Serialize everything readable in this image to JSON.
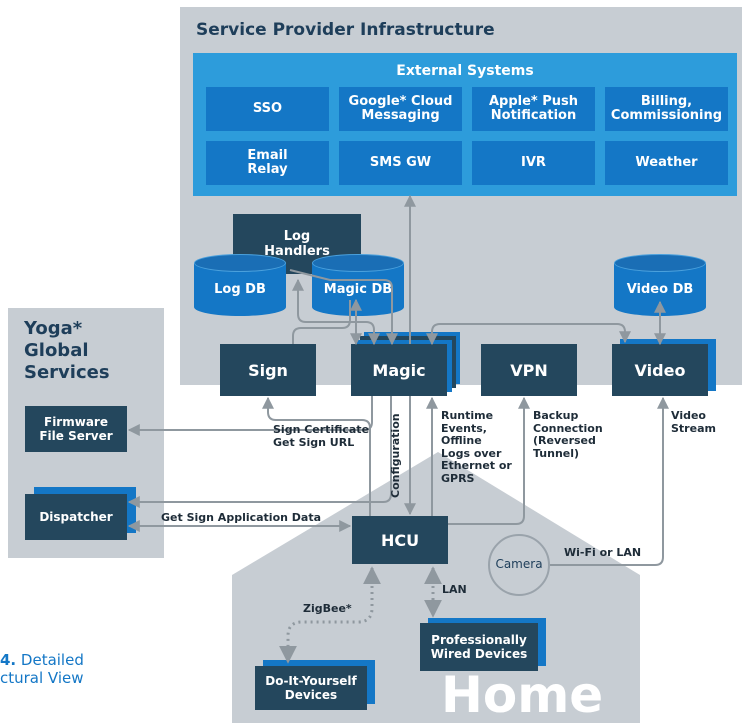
{
  "regions": {
    "service_provider": "Service Provider Infrastructure",
    "yoga": "Yoga*\nGlobal\nServices",
    "home": "Home"
  },
  "external_systems": {
    "title": "External Systems",
    "cells": [
      "SSO",
      "Google* Cloud\nMessaging",
      "Apple* Push\nNotification",
      "Billing,\nCommissioning",
      "Email\nRelay",
      "SMS GW",
      "IVR",
      "Weather"
    ]
  },
  "nodes": {
    "log_handlers": "Log\nHandlers",
    "log_db": "Log DB",
    "magic_db": "Magic DB",
    "video_db": "Video DB",
    "sign": "Sign",
    "magic": "Magic",
    "vpn": "VPN",
    "video": "Video",
    "firmware": "Firmware\nFile Server",
    "dispatcher": "Dispatcher",
    "hcu": "HCU",
    "camera": "Camera",
    "pro_devices": "Professionally\nWired Devices",
    "diy_devices": "Do-It-Yourself\nDevices"
  },
  "labels": {
    "sign_certificate": "Sign Certificate\nGet Sign URL",
    "configuration": "Configuration",
    "runtime_events": "Runtime\nEvents,\nOffline\nLogs over\nEthernet or\nGPRS",
    "backup": "Backup\nConnection\n(Reversed\nTunnel)",
    "video_stream": "Video\nStream",
    "get_sign_app_data": "Get Sign Application Data",
    "wifi_lan": "Wi-Fi or LAN",
    "lan": "LAN",
    "zigbee": "ZigBee*"
  },
  "caption": {
    "number": "4.",
    "line1": " Detailed",
    "line2": "ctural View"
  }
}
